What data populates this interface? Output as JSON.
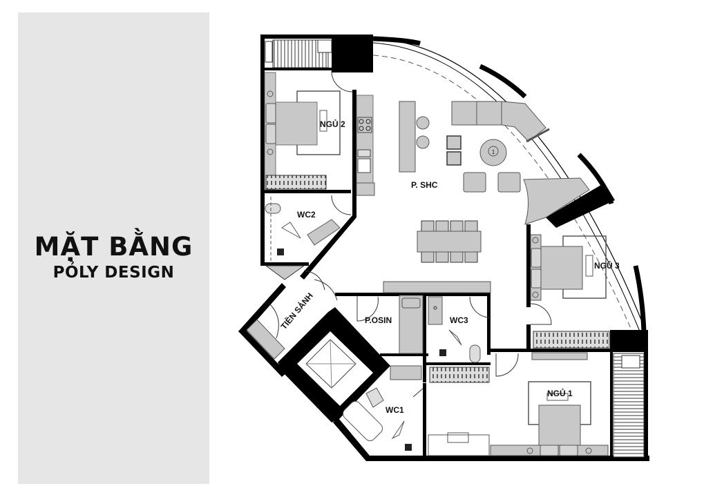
{
  "panel": {
    "title": "MẶT BẰNG",
    "subtitle": "PỎLY DESIGN",
    "background": "#e6e6e6"
  },
  "plan": {
    "wall_color": "#000000",
    "furniture_fill": "#c8c8c8",
    "rooms": {
      "living": "P. SHC",
      "bedroom2": "NGỦ 2",
      "bedroom3": "NGỦ 3",
      "bedroom1": "NGỦ 1",
      "wc2": "WC2",
      "wc3": "WC3",
      "wc1": "WC1",
      "maid": "P.OSIN",
      "foyer": "TIỀN SẢNH"
    },
    "table_marker": "1"
  }
}
